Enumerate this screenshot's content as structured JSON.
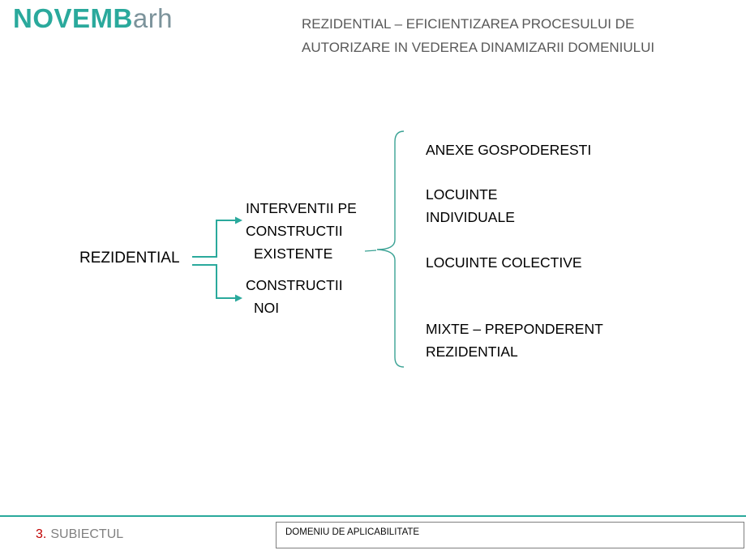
{
  "logo": {
    "name": "NOVEMB",
    "suffix": "arh"
  },
  "header": {
    "title_lines": [
      "REZIDENTIAL – EFICIENTIZAREA PROCESULUI DE",
      "AUTORIZARE IN VEDEREA DINAMIZARII DOMENIULUI"
    ]
  },
  "diagram": {
    "root": "REZIDENTIAL",
    "branches": [
      {
        "lines": [
          "INTERVENTII PE",
          "CONSTRUCTII",
          "EXISTENTE"
        ]
      },
      {
        "lines": [
          "CONSTRUCTII",
          "NOI"
        ]
      }
    ],
    "categories": [
      {
        "lines": [
          "ANEXE GOSPODERESTI"
        ]
      },
      {
        "lines": [
          "LOCUINTE",
          "INDIVIDUALE"
        ]
      },
      {
        "lines": [
          "LOCUINTE COLECTIVE"
        ]
      },
      {
        "lines": [
          "MIXTE – PREPONDERENT",
          "REZIDENTIAL"
        ]
      }
    ]
  },
  "footer": {
    "number": "3.",
    "section_label": "SUBIECTUL",
    "tab_label": "DOMENIU DE APLICABILITATE"
  },
  "colors": {
    "teal": "#2AA99C",
    "title_gray": "#595959",
    "number_red": "#C00000"
  }
}
